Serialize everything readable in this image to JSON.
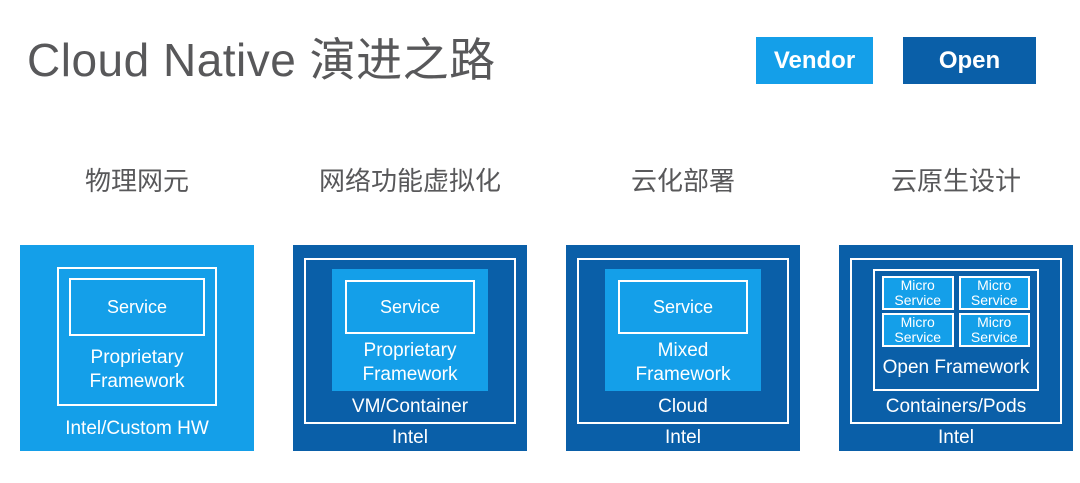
{
  "title": "Cloud Native 演进之路",
  "legend": {
    "vendor_label": "Vendor",
    "open_label": "Open"
  },
  "colors": {
    "vendor_blue": "#149fe9",
    "open_blue": "#0a5fa8",
    "text_gray": "#58585a",
    "label_white": "#ffffff"
  },
  "stages": [
    {
      "header": "物理网元",
      "platform_label": "Intel/Custom HW",
      "framework_label": "Proprietary Framework",
      "service_label": "Service"
    },
    {
      "header": "网络功能虚拟化",
      "platform_label": "Intel",
      "runtime_label": "VM/Container",
      "framework_label": "Proprietary Framework",
      "service_label": "Service"
    },
    {
      "header": "云化部署",
      "platform_label": "Intel",
      "runtime_label": "Cloud",
      "framework_label": "Mixed Framework",
      "service_label": "Service"
    },
    {
      "header": "云原生设计",
      "platform_label": "Intel",
      "runtime_label": "Containers/Pods",
      "framework_label": "Open Framework",
      "micro_services": [
        "Micro Service",
        "Micro Service",
        "Micro Service",
        "Micro Service"
      ]
    }
  ]
}
